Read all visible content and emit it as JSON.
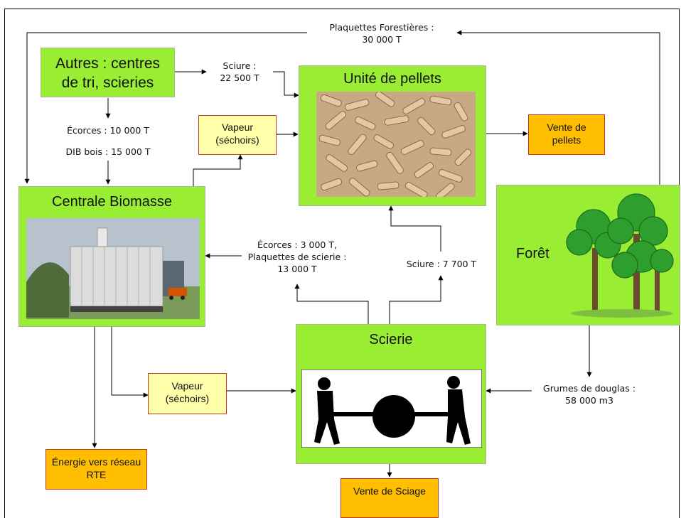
{
  "nodes": {
    "autres": "Autres : centres de tri, scieries",
    "unite_pellets": "Unité de pellets",
    "vapeur_top": "Vapeur (séchoirs)",
    "vente_pellets": "Vente de pellets",
    "centrale": "Centrale Biomasse",
    "foret": "Forêt",
    "scierie": "Scierie",
    "vapeur_bottom": "Vapeur (séchoirs)",
    "energie": "Énergie vers réseau RTE",
    "vente_sciage": "Vente de Sciage"
  },
  "flows": {
    "plaquettes_forestieres_1": "Plaquettes Forestières :",
    "plaquettes_forestieres_2": "30 000 T",
    "sciure_top_1": "Sciure :",
    "sciure_top_2": "22 500 T",
    "ecorces_top": "Écorces : 10 000 T",
    "dib_bois": "DIB bois : 15 000 T",
    "ecorces_mid_1": "Écorces : 3 000 T,",
    "ecorces_mid_2": "Plaquettes de scierie :",
    "ecorces_mid_3": "13 000 T",
    "sciure_mid": "Sciure : 7 700 T",
    "grumes_1": "Grumes de douglas :",
    "grumes_2": "58 000 m3"
  },
  "colors": {
    "node_green": "#99ee33",
    "node_orange": "#ffbf00",
    "node_yellow": "#ffffaa",
    "border_red": "#c0392b"
  }
}
